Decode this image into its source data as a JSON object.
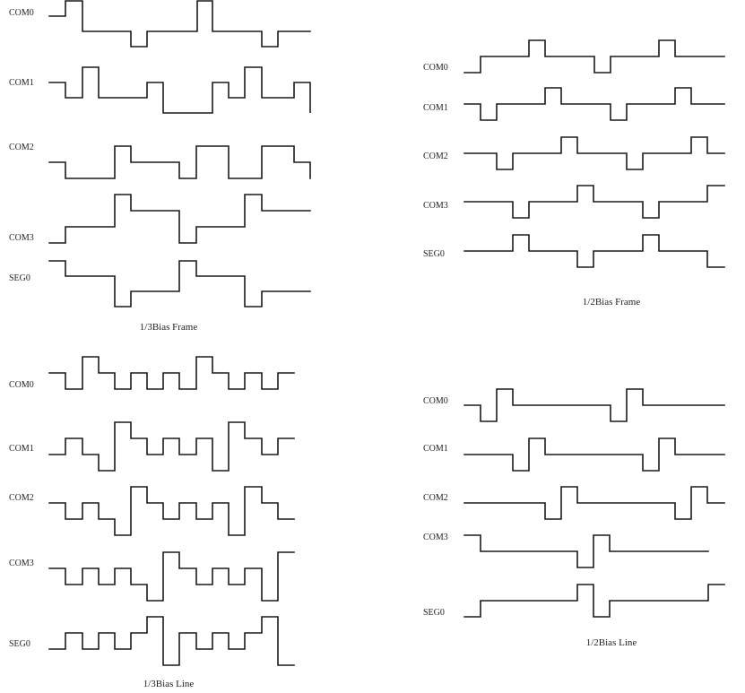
{
  "colors": {
    "background": "#ffffff",
    "ink": "#1a1a1a"
  },
  "panels": [
    {
      "id": "bias13-frame",
      "caption": "1/3Bias Frame",
      "signals": [
        {
          "label": "COM0",
          "levels": [
            2,
            3,
            1,
            0,
            1,
            3,
            1,
            0,
            1
          ]
        },
        {
          "label": "COM1",
          "levels": [
            2,
            1,
            3,
            1,
            1,
            2,
            0,
            2,
            1,
            3,
            1,
            1,
            2,
            0,
            2
          ]
        },
        {
          "label": "COM2",
          "levels": [
            1,
            0,
            0,
            2,
            1,
            1,
            0,
            2,
            0,
            0,
            2,
            1,
            1,
            0
          ]
        },
        {
          "label": "COM3",
          "levels": [
            0,
            1,
            3,
            2,
            0,
            1,
            3,
            2
          ]
        },
        {
          "label": "SEG0",
          "levels": [
            3,
            2,
            0,
            1,
            3,
            2,
            0,
            1
          ]
        }
      ]
    },
    {
      "id": "bias12-frame",
      "caption": "1/2Bias Frame",
      "signals": [
        {
          "label": "COM0",
          "levels": [
            0,
            1,
            2,
            1,
            0,
            1,
            2,
            1
          ]
        },
        {
          "label": "COM1",
          "levels": [
            1,
            0,
            1,
            2,
            1,
            0,
            1,
            2,
            1
          ]
        },
        {
          "label": "COM2",
          "levels": [
            1,
            0,
            1,
            2,
            1,
            0,
            1,
            2,
            1
          ]
        },
        {
          "label": "COM3",
          "levels": [
            1,
            0,
            1,
            2,
            1,
            0,
            1,
            2
          ]
        },
        {
          "label": "SEG0",
          "levels": [
            1,
            2,
            1,
            0,
            1,
            2,
            1,
            0
          ]
        }
      ]
    },
    {
      "id": "bias13-line",
      "caption": "1/3Bias Line",
      "signals": [
        {
          "label": "COM0",
          "levels": [
            2,
            1,
            3,
            2,
            1,
            2,
            1,
            2,
            1,
            3,
            2,
            1,
            2,
            1,
            2
          ]
        },
        {
          "label": "COM1",
          "levels": [
            1,
            2,
            1,
            0,
            3,
            2,
            1,
            2,
            1,
            2,
            0,
            3,
            2,
            1,
            2
          ]
        },
        {
          "label": "COM2",
          "levels": [
            2,
            1,
            2,
            1,
            0,
            3,
            2,
            1,
            2,
            1,
            2,
            0,
            3,
            2,
            1
          ]
        },
        {
          "label": "COM3",
          "levels": [
            2,
            1,
            2,
            1,
            2,
            1,
            0,
            3,
            2,
            1,
            2,
            1,
            2,
            0,
            3
          ]
        },
        {
          "label": "SEG0",
          "levels": [
            1,
            2,
            1,
            2,
            1,
            2,
            3,
            0,
            2,
            1,
            2,
            1,
            2,
            3,
            0
          ]
        }
      ]
    },
    {
      "id": "bias12-line",
      "caption": "1/2Bias Line",
      "signals": [
        {
          "label": "COM0",
          "levels": [
            1,
            0,
            2,
            1,
            0,
            2,
            1
          ]
        },
        {
          "label": "COM1",
          "levels": [
            1,
            0,
            2,
            1,
            0,
            2,
            1
          ]
        },
        {
          "label": "COM2",
          "levels": [
            1,
            0,
            2,
            1,
            0,
            2,
            1
          ]
        },
        {
          "label": "COM3",
          "levels": [
            2,
            1,
            0,
            2,
            1
          ]
        },
        {
          "label": "SEG0",
          "levels": [
            0,
            1,
            2,
            0,
            1,
            2
          ]
        }
      ]
    }
  ]
}
